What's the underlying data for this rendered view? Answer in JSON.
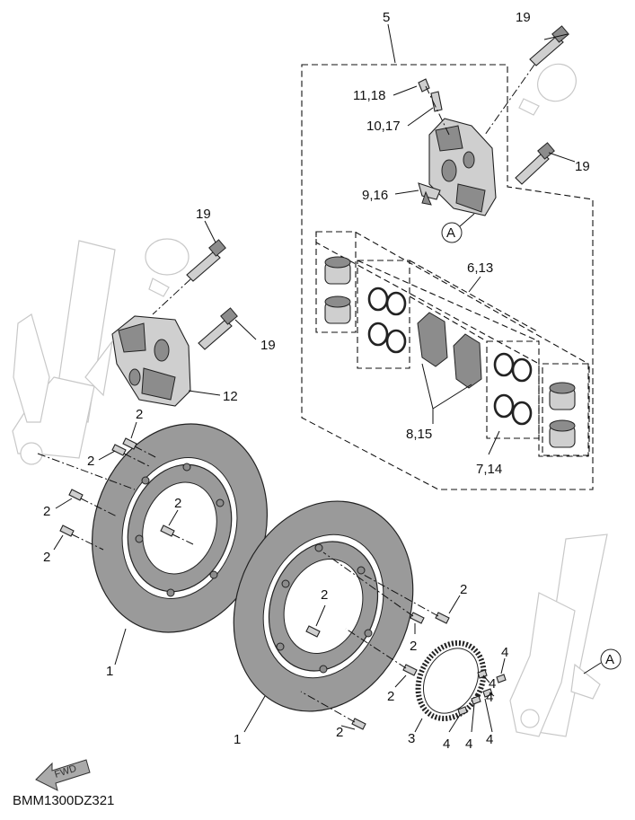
{
  "diagram": {
    "code": "BMM1300DZ321",
    "fwd_label": "FWD",
    "callouts": {
      "c5": "5",
      "c19a": "19",
      "c11_18": "11,18",
      "c10_17": "10,17",
      "c19b": "19",
      "c9_16": "9,16",
      "cA1": "A",
      "c19c": "19",
      "c19d": "19",
      "c6_13": "6,13",
      "c12": "12",
      "c8_15": "8,15",
      "c7_14": "7,14",
      "c2_1": "2",
      "c2_2": "2",
      "c2_3": "2",
      "c2_4": "2",
      "c2_5": "2",
      "c2_6": "2",
      "c2_7": "2",
      "c2_8": "2",
      "c2_9": "2",
      "c2_10": "2",
      "c1a": "1",
      "c1b": "1",
      "c3": "3",
      "c4_1": "4",
      "c4_2": "4",
      "c4_3": "4",
      "c4_4": "4",
      "c4_5": "4",
      "c4_6": "4",
      "cA2": "A"
    }
  }
}
